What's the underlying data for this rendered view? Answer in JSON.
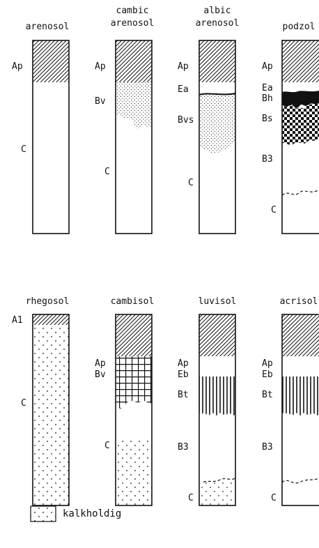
{
  "profiles_top": [
    {
      "title": [
        "arenosol"
      ],
      "labels": [
        "Ap",
        "C"
      ]
    },
    {
      "title": [
        "cambic",
        "arenosol"
      ],
      "labels": [
        "Ap",
        "Bv",
        "C"
      ]
    },
    {
      "title": [
        "albic",
        "arenosol"
      ],
      "labels": [
        "Ap",
        "Ea",
        "Bvs",
        "C"
      ]
    },
    {
      "title": [
        "podzol"
      ],
      "labels": [
        "Ap",
        "Ea",
        "Bh",
        "Bs",
        "B3",
        "C"
      ]
    }
  ],
  "profiles_bottom": [
    {
      "title": [
        "rhegosol"
      ],
      "labels": [
        "A1",
        "C"
      ]
    },
    {
      "title": [
        "cambisol"
      ],
      "labels": [
        "Ap",
        "Bv",
        "C"
      ]
    },
    {
      "title": [
        "luvisol"
      ],
      "labels": [
        "Ap",
        "Eb",
        "Bt",
        "B3",
        "C"
      ]
    },
    {
      "title": [
        "acrisol"
      ],
      "labels": [
        "Ap",
        "Eb",
        "Bt",
        "B3",
        "C"
      ]
    }
  ],
  "legend": {
    "label": "kalkholdig"
  }
}
